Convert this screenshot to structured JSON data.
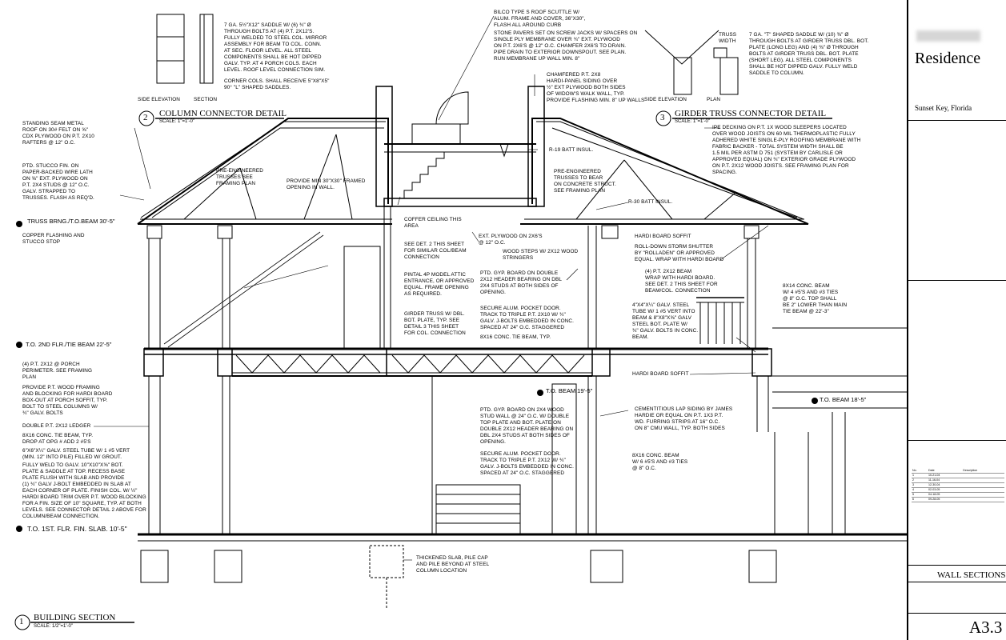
{
  "notes": {
    "bilco": "BILCO TYPE S ROOF SCUTTLE W/\nALUM. FRAME AND COVER, 36\"x30\",\nFLASH ALL AROUND CURB",
    "pavers": "STONE PAVERS SET ON SCREW JACKS W/ SPACERS ON\nSINGLE PLY MEMBRANE OVER ¾\" EXT. PLYWOOD\nON P.T. 2x6's @ 12\" O.C. CHAMFER 2x6's TO DRAIN.\nPIPE DRAIN TO EXTERIOR DOWNSPOUT. SEE PLAN.\nRUN MEMBRANE UP WALL MIN. 8\"",
    "col_saddle": "7 GA. 5½\"x12\" SADDLE W/ (6) ¾\" Ø\nTHROUGH BOLTS AT (4) P.T. 2x12's.\nFULLY WELDED TO STEEL COL. MIRROR\nASSEMBLY FOR BEAM TO COL. CONN.\nAT SEC. FLOOR LEVEL. ALL STEEL\nCOMPONENTS SHALL BE HOT DIPPED\nGALV. TYP. AT 4 PORCH COLS. EACH\nLEVEL. ROOF LEVEL CONNECTION SIM.",
    "corner_cols": "CORNER COLS. SHALL RECEIVE 5\"x8\"x5\"\n90° \"L\" SHAPED SADDLES.",
    "chamfered": "CHAMFERED P.T. 2x8\nHARDI-PANEL SIDING OVER\n½\" EXT PLYWOOD BOTH SIDES\nOF WIDOW'S WALK WALL, TYP.\nPROVIDE FLASHING MIN. 8\" UP WALLS",
    "girder_saddle": "7 GA. \"T\" SHAPED SADDLE W/ (10) ⅜\" Ø\nTHROUGH BOLTS AT GIRDER TRUSS DBL. BOT.\nPLATE (LONG LEG) AND (4) ⅜\" Ø THROUGH\nBOLTS AT GIRDER TRUSS DBL. BOT. PLATE\n(SHORT LEG). ALL STEEL COMPONENTS\nSHALL BE HOT DIPPED GALV. FULLY WELD\nSADDLE TO COLUMN.",
    "standing_seam": "STANDING SEAM METAL\nROOF ON 30# FELT ON ⅝\"\nCDX PLYWOOD ON P.T. 2x10\nRAFTERS @ 12\" O.C.",
    "stucco": "PTD. STUCCO FIN. ON\nPAPER-BACKED WIRE LATH\nON ⅝\" EXT. PLYWOOD ON\nP.T. 2x4 STUDS @ 12\" O.C.\nGALV. STRAPPED TO\nTRUSSES. FLASH AS REQ'D.",
    "truss_brng_level": "TRUSS BRNG./T.O.BEAM\n30'-5\"",
    "copper": "COPPER FLASHING AND\nSTUCCO STOP",
    "preeng_left": "PRE-ENGINEERED\nTRUSSES SEE\nFRAMING PLAN",
    "attic_opening": "PROVIDE MIN 30\"x30\" FRAMED\nOPENING IN WALL.",
    "r19": "R-19 BATT INSUL.",
    "preeng_right": "PRE-ENGINEERED\nTRUSSES TO BEAR\nON CONCRETE STRUCT.\nSEE FRAMING PLAN",
    "r30": "R-30 BATT INSUL.",
    "ipe_decking": "IPE DECKING ON P.T. 1x WOOD SLEEPERS LOCATED\nOVER WOOD JOISTS ON 60 MIL THERMOPLASTIC FULLY\nADHERED WHITE SINGLE-PLY ROOFING MEMBRANE WITH\nFABRIC BACKER - TOTAL SYSTEM WIDTH SHALL BE\n1.5 MIL PER ASTM D 751 (SYSTEM BY CARLISLE OR\nAPPROVED EQUAL) ON ¾\" EXTERIOR GRADE PLYWOOD\nON P.T. 2x12 WOOD JOISTS. SEE FRAMING PLAN FOR\nSPACING.",
    "coffer": "COFFER CEILING THIS\nAREA",
    "see_det2": "SEE DET. 2 THIS SHEET\nFOR SIMILAR COL/BEAM\nCONNECTION",
    "ext_plywood": "EXT. PLYWOOD ON 2x6's\n@ 12\" O.C.",
    "wood_steps": "WOOD STEPS W/ 2x12 WOOD\nSTRINGERS",
    "hardi_soffit_top": "HARDI BOARD SOFFIT",
    "rolldown": "ROLL-DOWN STORM SHUTTER\nBY \"ROLLADEN\" OR APPROVED\nEQUAL. WRAP WITH HARDI BOARD",
    "pintal": "PINTAL 4P MODEL ATTIC\nENTRANCE, OR APPROVED\nEQUAL. FRAME OPENING\nAS REQUIRED.",
    "ptd_gyp_upper": "PTD. GYP. BOARD ON DOUBLE\n2x12 HEADER BEARING ON DBL\n2x4 STUDS AT BOTH SIDES OF\nOPENING.",
    "pt_2x12_wrap": "(4) P.T. 2x12 BEAM\nWRAP WITH HARDI BOARD.\nSEE DET. 2 THIS SHEET FOR\nBEAM/COL. CONNECTION",
    "pocket_upper": "SECURE ALUM. POCKET DOOR.\nTRACK TO TRIPLE P.T. 2x10 W/ ¾\"\nGALV. J-BOLTS EMBEDDED IN CONC.\nSPACED AT 24\" O.C. STAGGERED",
    "girder_truss": "GIRDER TRUSS W/ DBL.\nBOT. PLATE, TYP. SEE\nDETAIL 3 THIS SHEET\nFOR COL. CONNECTION",
    "steel_tube_upper": "4\"x4\"x¼\" GALV. STEEL\nTUBE W/ 1 #5 VERT INTO\nBEAM & 8\"x8\"x⅝\" GALV\nSTEEL BOT. PLATE W/\n¾\" GALV. BOLTS IN CONC.\nBEAM.",
    "conc_beam_8x14": "8x14 CONC. BEAM\nW/ 4 #5's AND #3 TIES\n@ 8\" O.C. TOP SHALL\nBE 2\" LOWER THAN MAIN\nTIE BEAM @ 22'-3\"",
    "tie_beam_8x16": "8x16 CONC. TIE BEAM, TYP.",
    "level_2nd": "T.O. 2nd FLR./TIE BEAM\n22'-5\"",
    "porch_perimeter": "(4) P.T. 2x12 @ PORCH\nPERIMETER. SEE FRAMING\nPLAN",
    "provide_pt": "PROVIDE P.T. WOOD FRAMING\nAND BLOCKING FOR HARDI BOARD\nBOX-OUT AT PORCH SOFFIT, TYP.\nBOLT TO STEEL COLUMNS W/\n¾\" GALV. BOLTS",
    "ledger": "DOUBLE P.T. 2x12 LEDGER",
    "conc_tie_typ": "8x16 CONC. TIE BEAM, TYP.\nDROP AT OPG # ADD 2 #5's",
    "steel_tube_lower": "6\"x6\"x¼\" GALV. STEEL TUBE W/ 1 #5 VERT\n(MIN. 12\" INTO PILE) FILLED W/ GROUT.",
    "weld_plate": "FULLY WELD TO GALV. 10\"x10\"x⅝\" BOT.\nPLATE & SADDLE AT TOP. RECESS BASE\nPLATE FLUSH WITH SLAB AND PROVIDE",
    "jbolt": "(1) ¾\" GALV J-BOLT EMBEDDED IN SLAB AT\nEACH CORNER OF PLATE. FINISH COL. W/ ½\"\nHARDI BOARD TRIM OVER P.T. WOOD BLOCKING\nFOR A FIN. SIZE OF 10\" SQUARE, TYP. AT BOTH\nLEVELS. SEE CONNECTOR DETAIL 2 ABOVE FOR\nCOLUMN/BEAM CONNECTION.",
    "level_1st": "T.O. 1ST. FLR. FIN. SLAB.\n10'-5\"",
    "level_beam_mid": "T.O. BEAM\n19'-5\"",
    "hardi_soffit_mid": "HARDI BOARD SOFFIT",
    "ptd_gyp_lower": "PTD. GYP. BOARD ON 2x4 WOOD\nSTUD WALL @ 24\" O.C. W/ DOUBLE\nTOP PLATE AND BOT. PLATE ON\nDOUBLE 2x12 HEADER BEARING ON\nDBL 2x4 STUDS AT BOTH SIDES OF\nOPENING.",
    "pocket_lower": "SECURE ALUM. POCKET DOOR.\nTRACK TO TRIPLE P.T. 2x12 W/ ¾\"\nGALV. J-BOLTS EMBEDDED IN CONC.\nSPACED AT 24\" O.C. STAGGERED",
    "cementitious": "CEMENTITIOUS LAP SIDING BY JAMES\nHARDIE OR EQUAL ON P.T. 1x3 P.T.\nWD. FURRING STRIPS AT 16\" O.C.\nON 8\" CMU WALL, TYP. BOTH SIDES",
    "conc_beam_8x16": "8x16 CONC. BEAM\nW/ 6 #5's AND #3 TIES\n@ 8\" O.C.",
    "level_beam_right": "T.O. BEAM\n18'-5\"",
    "thickened": "THICKENED SLAB, PILE CAP\nAND PILE BEYOND AT STEEL\nCOLUMN LOCATION"
  },
  "details": {
    "d2": {
      "num": "2",
      "title": "COLUMN CONNECTOR DETAIL",
      "scale": "SCALE: 1\"=1'-0\"",
      "side_elev": "SIDE ELEVATION",
      "section": "SECTION"
    },
    "d3": {
      "num": "3",
      "title": "GIRDER TRUSS CONNECTOR DETAIL",
      "scale": "SCALE: 1\"=1'-0\"",
      "side_elev": "SIDE ELEVATION",
      "plan": "PLAN",
      "truss_width": "TRUSS\nWIDTH"
    },
    "d1": {
      "num": "1",
      "title": "BUILDING SECTION",
      "scale": "SCALE: 1/2\"=1'-0\""
    }
  },
  "titleblock": {
    "project": "Residence",
    "location": "Sunset Key, Florida",
    "sheet_title": "WALL SECTIONS",
    "sheet_no": "A3.3",
    "revisions_header": [
      "No.",
      "Date",
      "Description"
    ],
    "revisions": [
      [
        "1",
        "10-21-04",
        ""
      ],
      [
        "2",
        "11-16-04",
        ""
      ],
      [
        "3",
        "12-30-04",
        ""
      ],
      [
        "4",
        "02-03-05",
        ""
      ],
      [
        "5",
        "04-18-05",
        ""
      ],
      [
        "6",
        "09-28-05",
        ""
      ]
    ]
  }
}
